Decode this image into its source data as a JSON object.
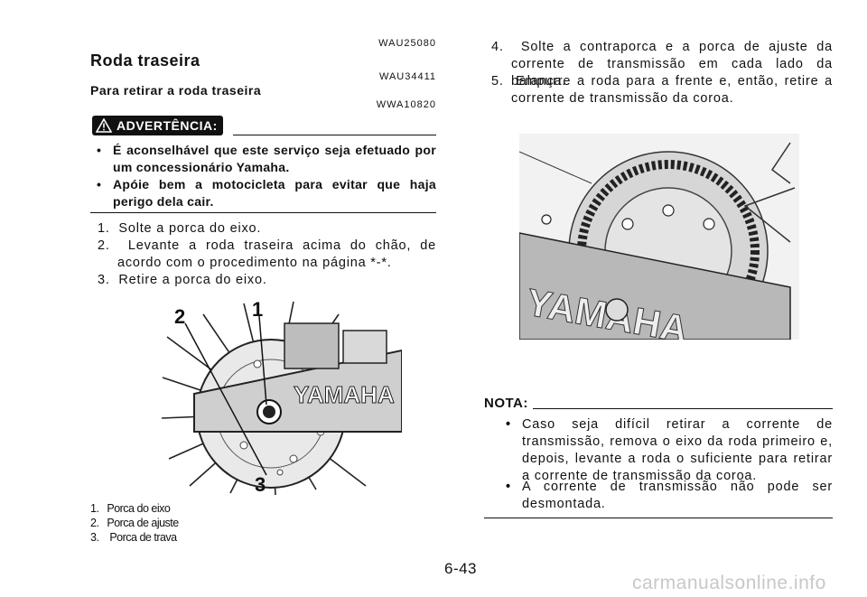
{
  "left": {
    "code_1": "WAU25080",
    "title": "Roda traseira",
    "code_2": "WAU34411",
    "subtitle": "Para retirar a roda traseira",
    "code_3": "WWA10820",
    "warning_label": "ADVERTÊNCIA:",
    "warnings": [
      "É aconselhável que este serviço seja efetuado por um concessionário Yamaha.",
      "Apóie bem a motocicleta para evitar que haja perigo dela cair."
    ],
    "steps": [
      {
        "num": "1.",
        "text": "Solte a porca do eixo."
      },
      {
        "num": "2.",
        "text": "Levante a roda traseira acima do chão, de acordo com o procedimento na página *-*."
      },
      {
        "num": "3.",
        "text": "Retire a porca do eixo."
      }
    ],
    "figure_callouts": [
      "2",
      "1",
      "3"
    ],
    "captions": [
      {
        "num": "1.",
        "text": "Porca do eixo"
      },
      {
        "num": "2.",
        "text": "Porca de ajuste"
      },
      {
        "num": "3.",
        "text": "Porca de trava"
      }
    ]
  },
  "right": {
    "steps": [
      {
        "num": "4.",
        "text": "Solte a contraporca e a porca de ajuste da corrente de transmissão em cada lado da balança."
      },
      {
        "num": "5.",
        "text": "Empurre a roda para a frente e, então, retire a corrente de transmissão da coroa."
      }
    ],
    "note_label": "NOTA:",
    "notes": [
      "Caso seja difícil retirar a corrente de transmissão, remova o eixo da roda primeiro e, depois, levante a roda o suficiente para retirar a corrente de transmissão da coroa.",
      "A corrente de transmissão não pode ser desmontada."
    ]
  },
  "brand_text": "YAMAHA",
  "page_number": "6-43",
  "watermark": "carmanualsonline.info",
  "icons": {
    "warning": "warning-triangle-icon",
    "bullet": "bullet-dot-icon"
  }
}
